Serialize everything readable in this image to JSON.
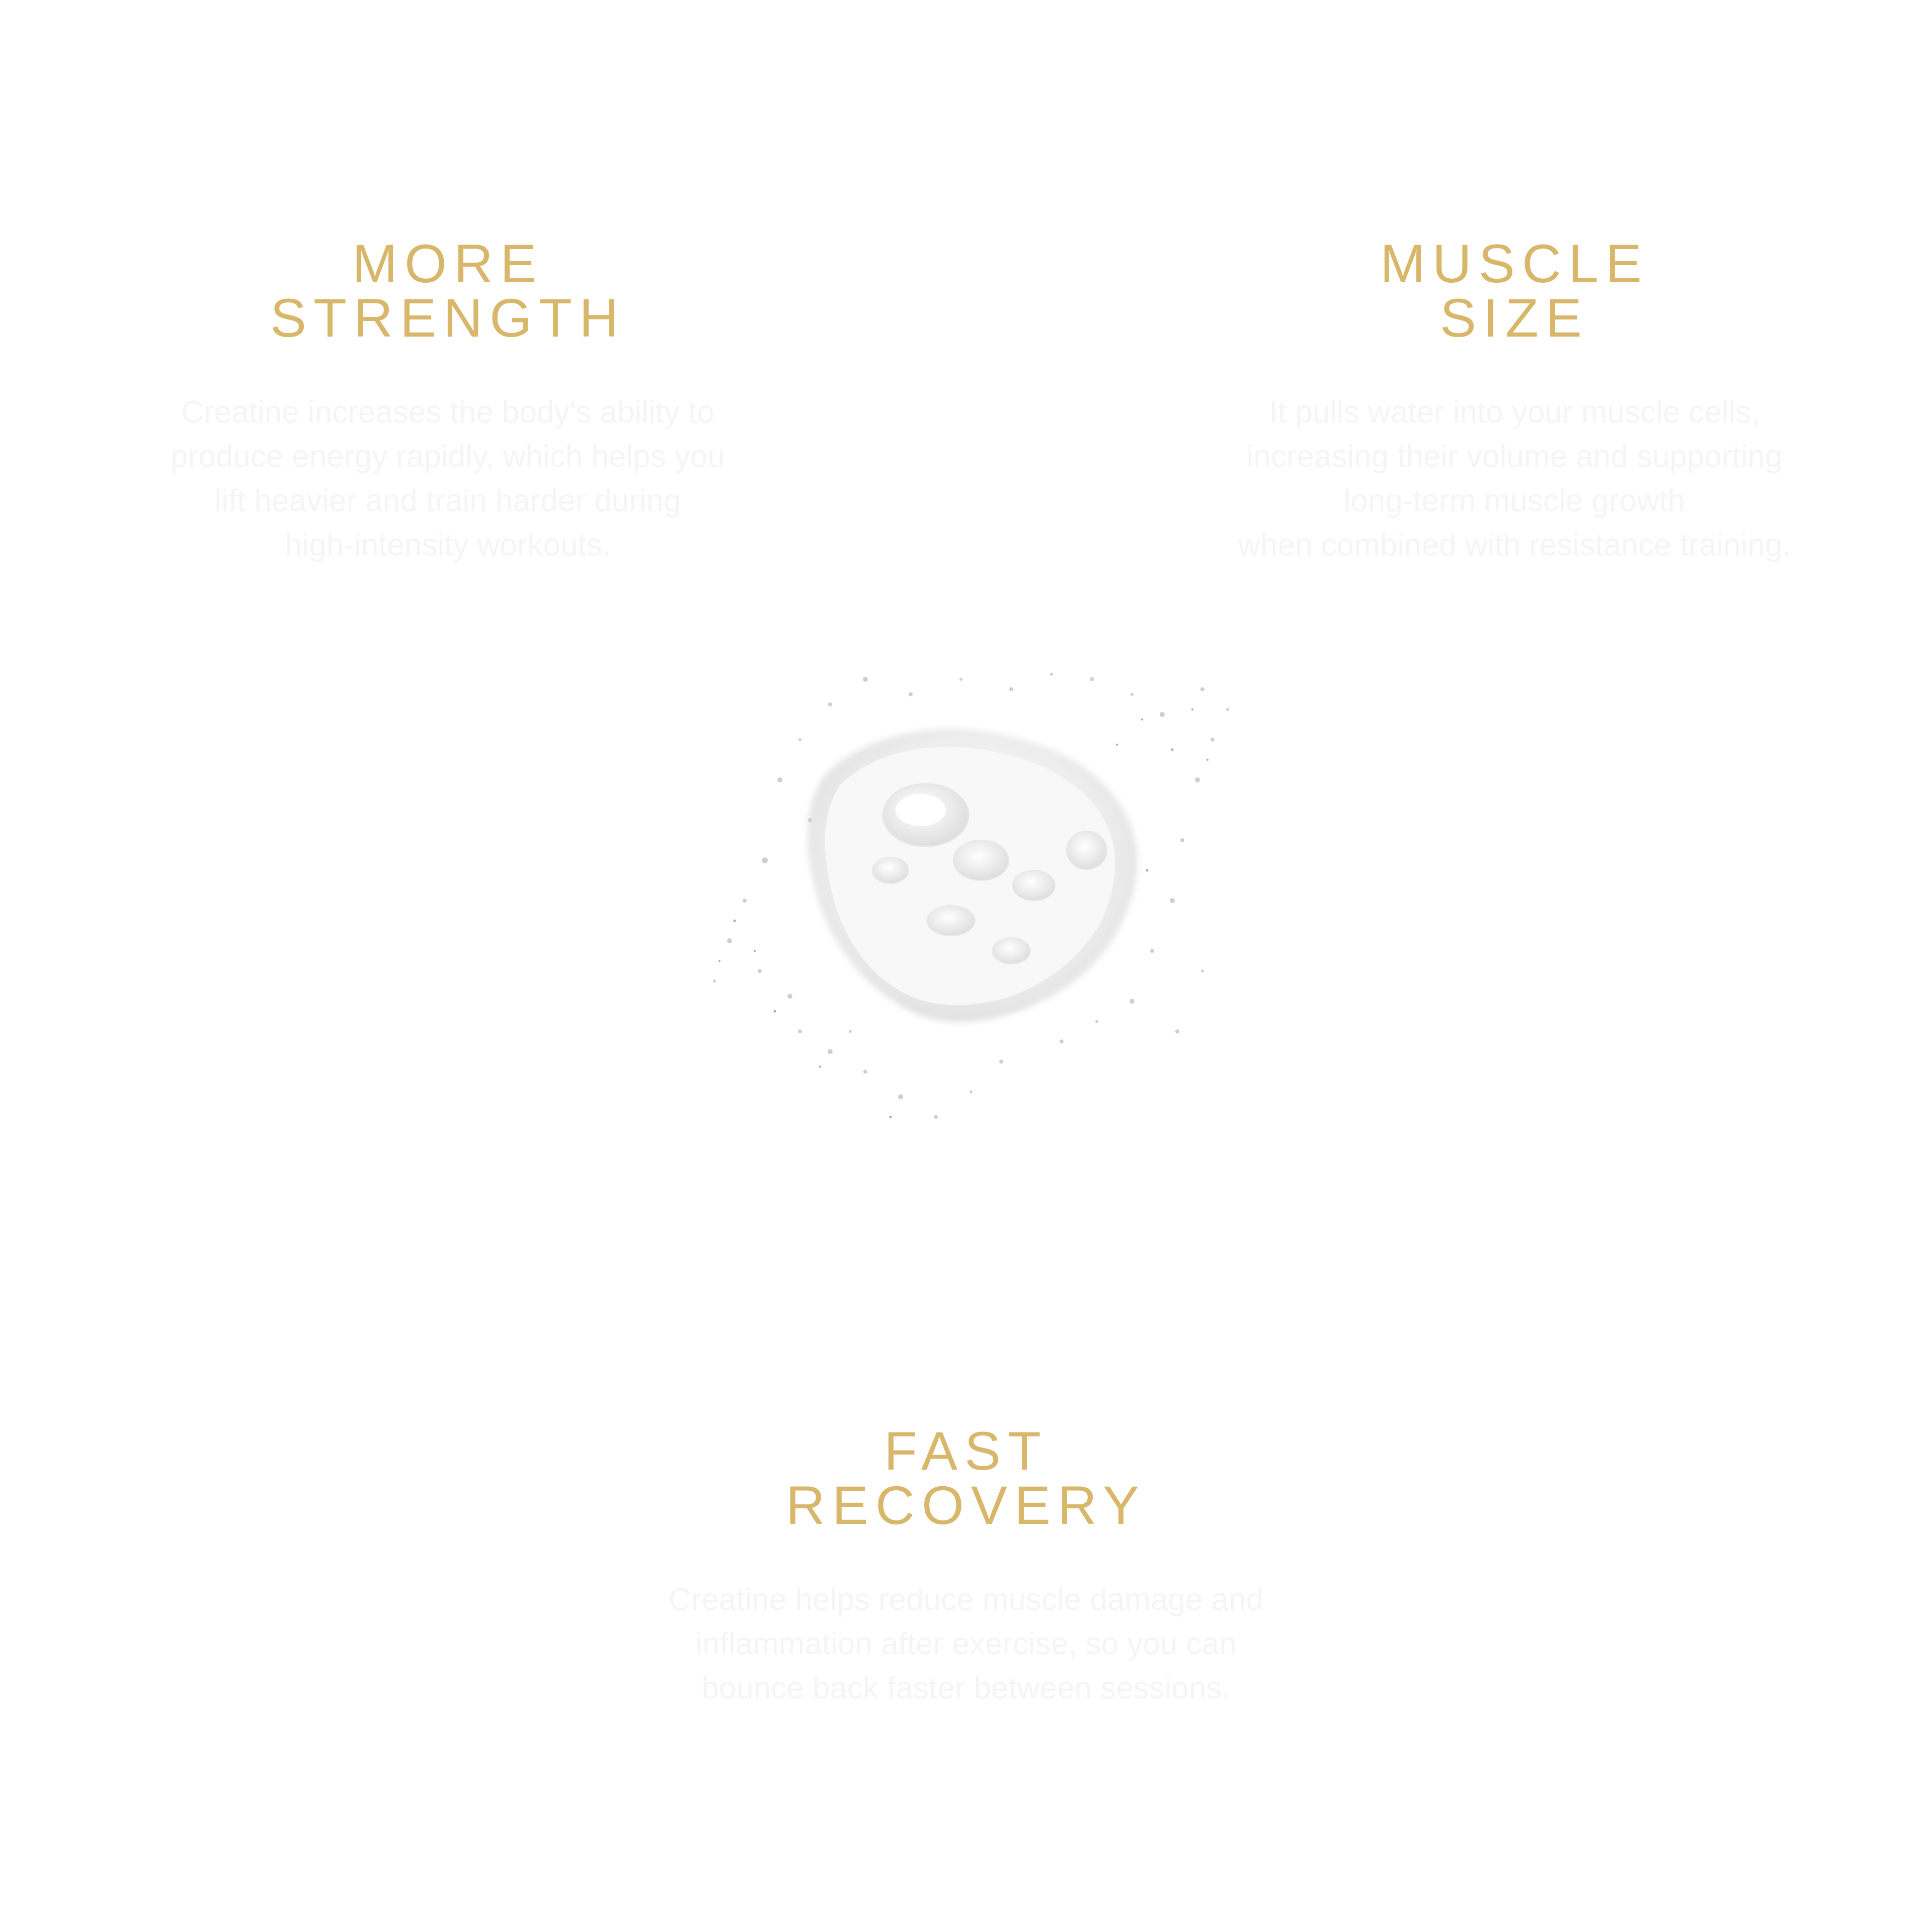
{
  "benefits": {
    "strength": {
      "title_line1": "MORE",
      "title_line2": "STRENGTH",
      "description": [
        "Creatine increases the body's ability to",
        "produce energy rapidly, which helps you",
        "lift heavier and train harder during",
        "high-intensity workouts."
      ]
    },
    "size": {
      "title_line1": "MUSCLE",
      "title_line2": "SIZE",
      "description": [
        "It pulls water into your muscle cells,",
        "increasing their volume and supporting",
        "long-term muscle growth",
        "when combined with resistance training."
      ]
    },
    "recovery": {
      "title_line1": "FAST",
      "title_line2": "RECOVERY",
      "description": [
        "Creatine helps reduce muscle damage and",
        "inflammation after exercise, so you can",
        "bounce back faster between sessions."
      ]
    }
  },
  "colors": {
    "title_gold": "#d8b66a",
    "description_text": "#f5f5f5",
    "background": "#ffffff"
  },
  "image": {
    "icon": "powder-pile-image"
  }
}
